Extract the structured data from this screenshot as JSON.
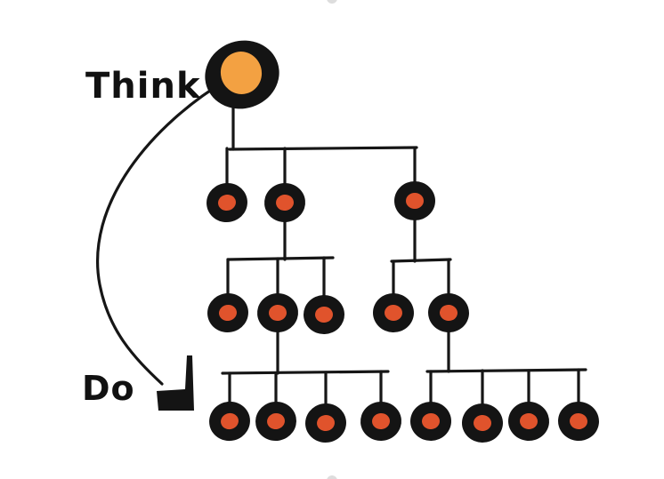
{
  "labels": {
    "think": "Think",
    "do": "Do"
  },
  "colors": {
    "ink": "#141414",
    "root_fill": "#f3a142",
    "node_fill": "#e0532c",
    "background": "#ffffff"
  },
  "diagram": {
    "type": "hierarchy",
    "levels": [
      {
        "level": 0,
        "node_count": 1
      },
      {
        "level": 1,
        "node_count": 3
      },
      {
        "level": 2,
        "node_count": 5
      },
      {
        "level": 3,
        "node_count": 8
      }
    ]
  }
}
